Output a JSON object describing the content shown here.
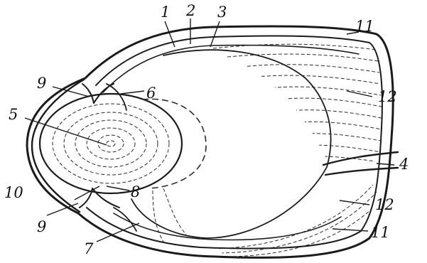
{
  "diagram": {
    "labels": [
      "1",
      "2",
      "3",
      "4",
      "5",
      "6",
      "7",
      "8",
      "9",
      "9",
      "10",
      "11",
      "11",
      "12",
      "12"
    ]
  }
}
